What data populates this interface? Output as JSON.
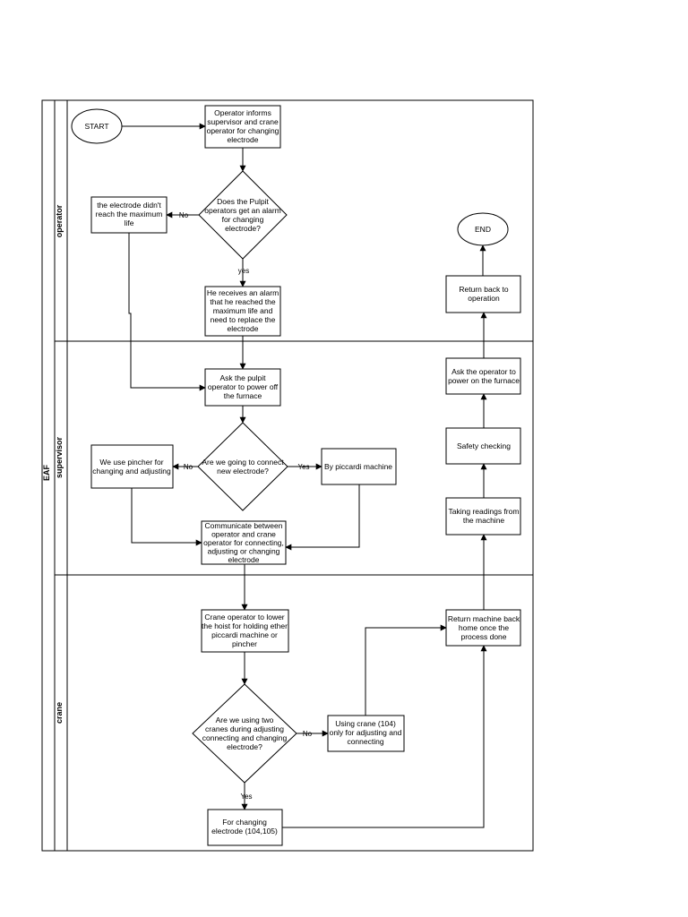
{
  "pool": {
    "label": "EAF"
  },
  "lanes": [
    {
      "id": "operator",
      "label": "operator"
    },
    {
      "id": "supervisor",
      "label": "supervisor"
    },
    {
      "id": "crane",
      "label": "crane"
    }
  ],
  "nodes": {
    "start": {
      "lines": [
        "START"
      ]
    },
    "inform": {
      "lines": [
        "Operator informs",
        "supervisor and crane",
        "operator for changing",
        "electrode"
      ]
    },
    "alarm_q": {
      "lines": [
        "Does the Pulpit",
        "operators get an alarm",
        "for changing",
        "electrode?"
      ]
    },
    "no_max": {
      "lines": [
        "the electrode didn't",
        "reach the maximum",
        "life"
      ]
    },
    "received": {
      "lines": [
        "He receives an alarm",
        "that he reached the",
        "maximum life and",
        "need to replace the",
        "electrode"
      ]
    },
    "power_off": {
      "lines": [
        "Ask the pulpit",
        "operator to power off",
        "the furnace"
      ]
    },
    "connect_q": {
      "lines": [
        "Are we going to connect",
        "new electrode?"
      ]
    },
    "pincher": {
      "lines": [
        "We use pincher for",
        "changing and adjusting"
      ]
    },
    "piccardi": {
      "lines": [
        "By piccardi machine"
      ]
    },
    "communicate": {
      "lines": [
        "Communicate between",
        "operator and crane",
        "operator for connecting,",
        "adjusting or changing",
        "electrode"
      ]
    },
    "lower_hoist": {
      "lines": [
        "Crane operator to lower",
        "the hoist for holding ether",
        "piccardi machine or",
        "pincher"
      ]
    },
    "two_cranes_q": {
      "lines": [
        "Are we using two",
        "cranes during adjusting",
        "connecting and changing",
        "electrode?"
      ]
    },
    "crane104": {
      "lines": [
        "Using crane (104)",
        "only for adjusting and",
        "connecting"
      ]
    },
    "changing": {
      "lines": [
        "For changing",
        "electrode (104,105)"
      ]
    },
    "return_machine": {
      "lines": [
        "Return machine back",
        "home once the",
        "process done"
      ]
    },
    "readings": {
      "lines": [
        "Taking readings from",
        "the machine"
      ]
    },
    "safety": {
      "lines": [
        "Safety checking"
      ]
    },
    "power_on": {
      "lines": [
        "Ask the operator to",
        "power on the furnace"
      ]
    },
    "return_op": {
      "lines": [
        "Return back to",
        "operation"
      ]
    },
    "end": {
      "lines": [
        "END"
      ]
    }
  },
  "edge_labels": {
    "alarm_no": "No",
    "alarm_yes": "yes",
    "connect_no": "No",
    "connect_yes": "Yes",
    "two_no": "No",
    "two_yes": "Yes"
  }
}
